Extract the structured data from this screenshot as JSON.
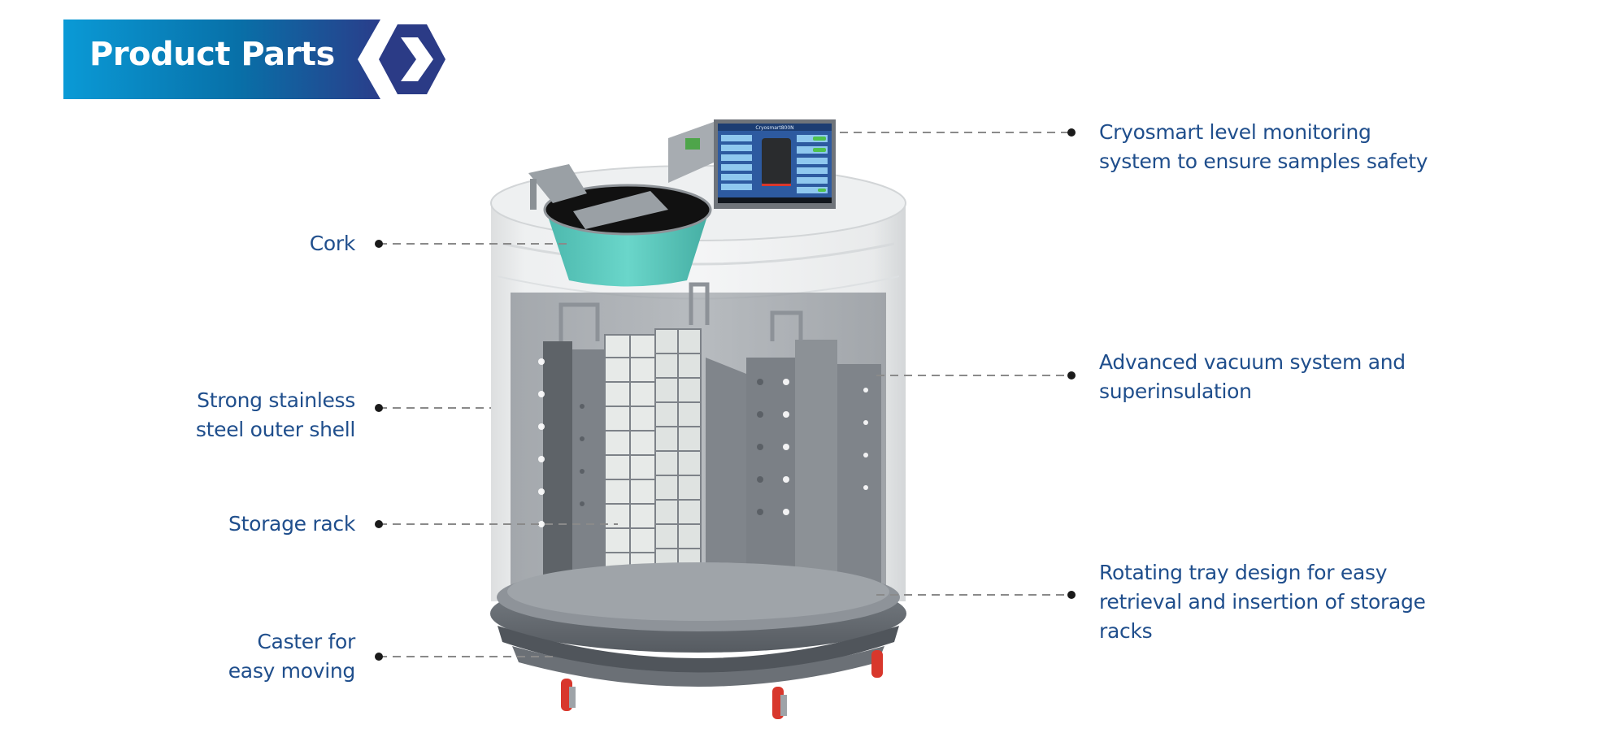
{
  "header": {
    "title": "Product Parts",
    "icon": "chevron-right-hexagon-icon",
    "colors": {
      "gradient_start": "#0a9ad6",
      "gradient_mid": "#0870a8",
      "gradient_end": "#2a3d8a",
      "hexagon": "#2b3b86"
    }
  },
  "text_color": "#1f4e8c",
  "callouts_left": [
    {
      "id": "cork",
      "lines": [
        "Cork"
      ]
    },
    {
      "id": "outer-shell",
      "lines": [
        "Strong stainless",
        "steel outer shell"
      ]
    },
    {
      "id": "storage-rack",
      "lines": [
        "Storage rack"
      ]
    },
    {
      "id": "caster",
      "lines": [
        "Caster for",
        "easy moving"
      ]
    }
  ],
  "callouts_right": [
    {
      "id": "level-monitoring",
      "lines": [
        "Cryosmart level  monitoring",
        "system to ensure samples safety"
      ]
    },
    {
      "id": "vacuum-system",
      "lines": [
        "Advanced vacuum system and",
        "superinsulation"
      ]
    },
    {
      "id": "rotating-tray",
      "lines": [
        "Rotating tray design for easy",
        "retrieval and insertion of storage",
        "racks"
      ]
    }
  ],
  "device": {
    "screen_title": "Cryosmart800N",
    "colors": {
      "cork": "#5cc8bd",
      "caster": "#d8372c",
      "body": "#6f757b",
      "screen": "#2d5aa0",
      "toggle": "#4fc24f"
    }
  }
}
